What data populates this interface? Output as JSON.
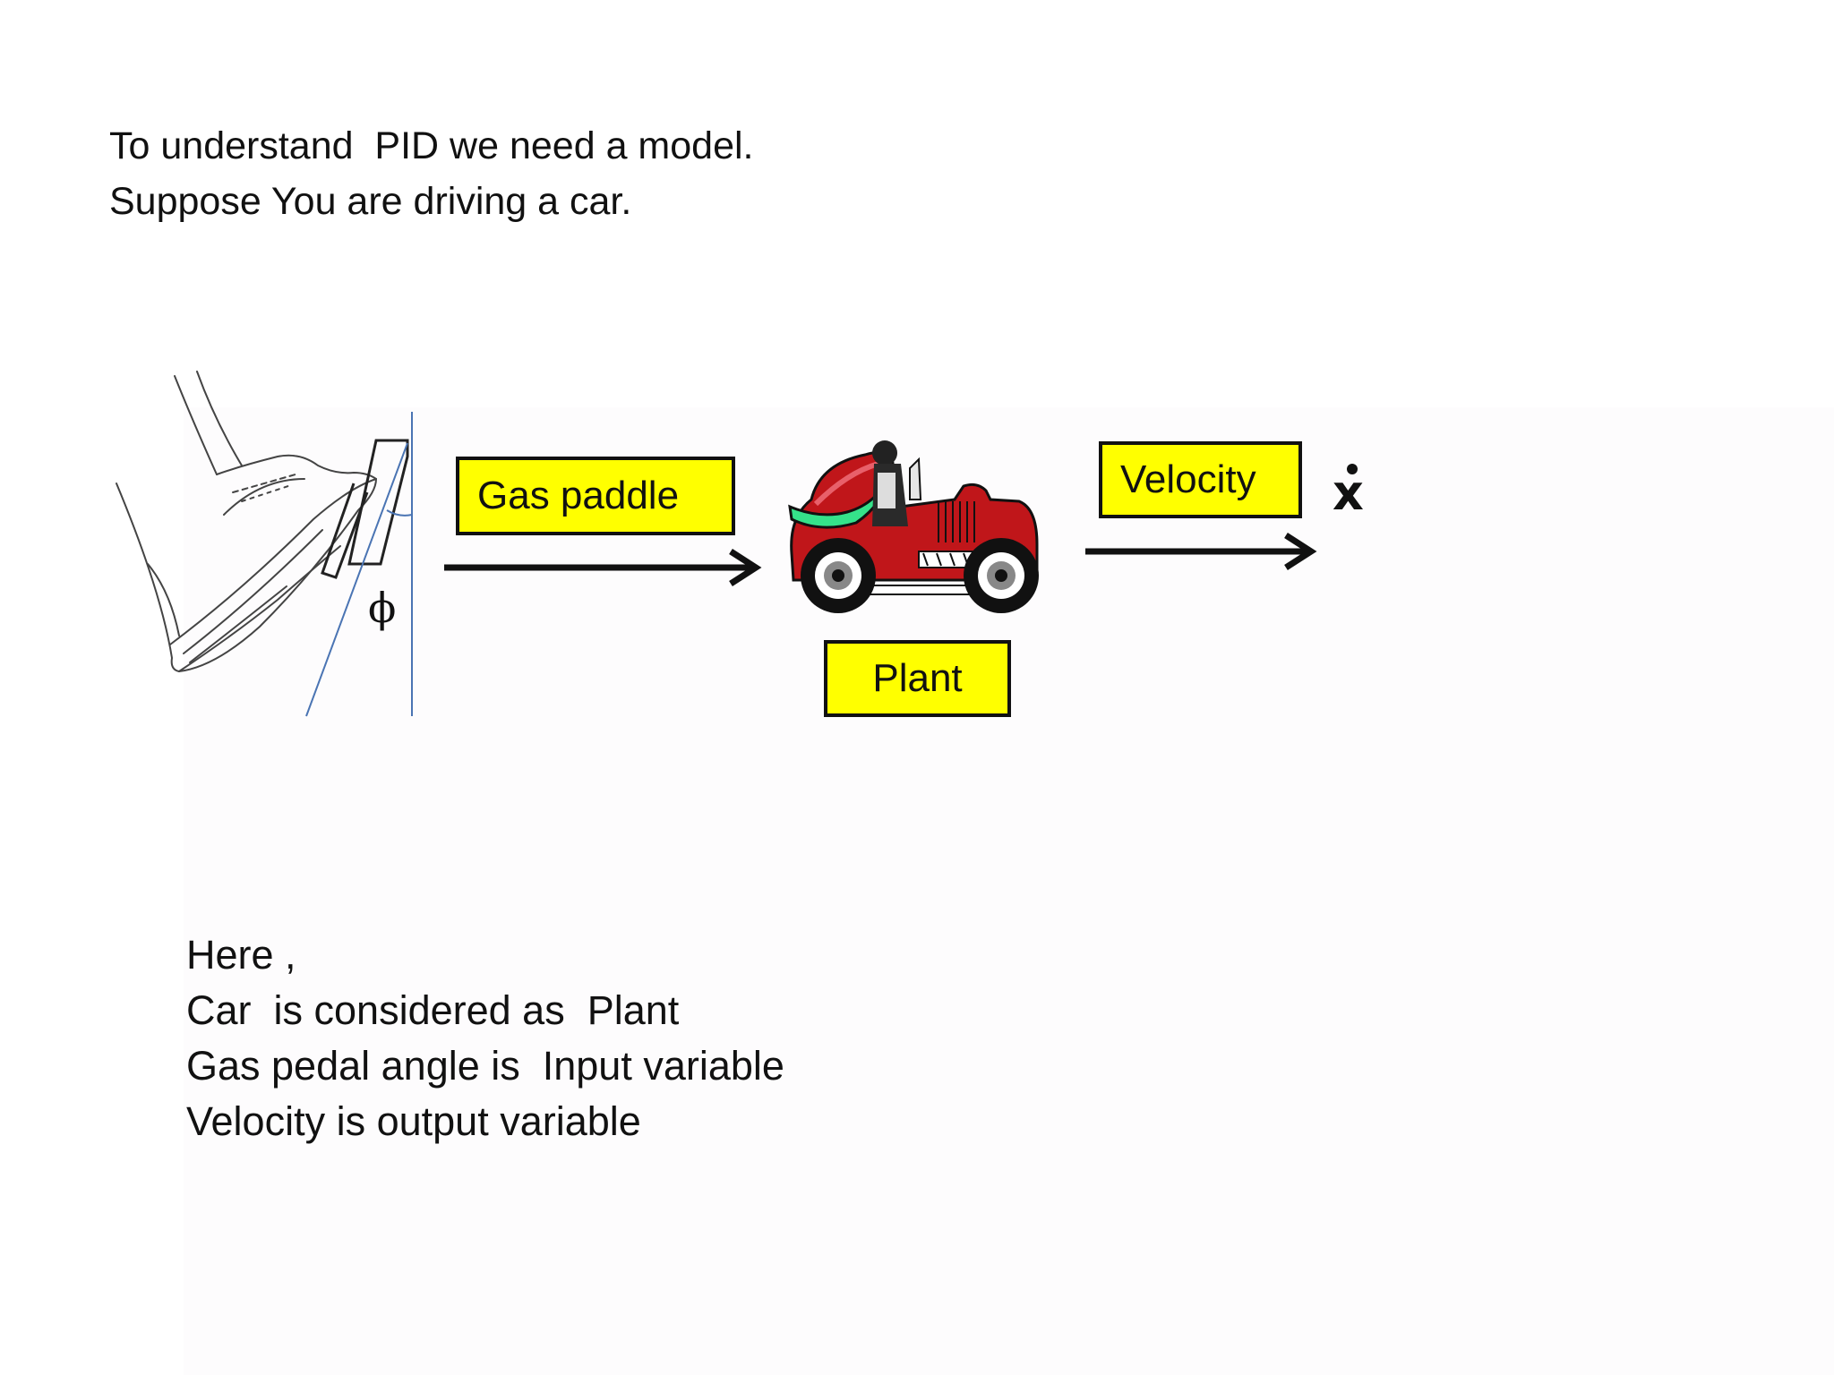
{
  "intro": {
    "line1": "To understand  PID we need a model.",
    "line2": "Suppose You are driving a car."
  },
  "diagram": {
    "gas_label": "Gas paddle",
    "plant_label": "Plant",
    "velocity_label": "Velocity",
    "angle_symbol": "ϕ",
    "output_symbol": "x",
    "box_color": "#ffff00",
    "car_color": "#c0161a",
    "icons": [
      "foot-on-pedal-icon",
      "race-car-icon"
    ]
  },
  "explanation": {
    "line1": "Here ,",
    "line2": "Car  is considered as  Plant",
    "line3": "Gas pedal angle is  Input variable",
    "line4": "Velocity is output variable"
  }
}
